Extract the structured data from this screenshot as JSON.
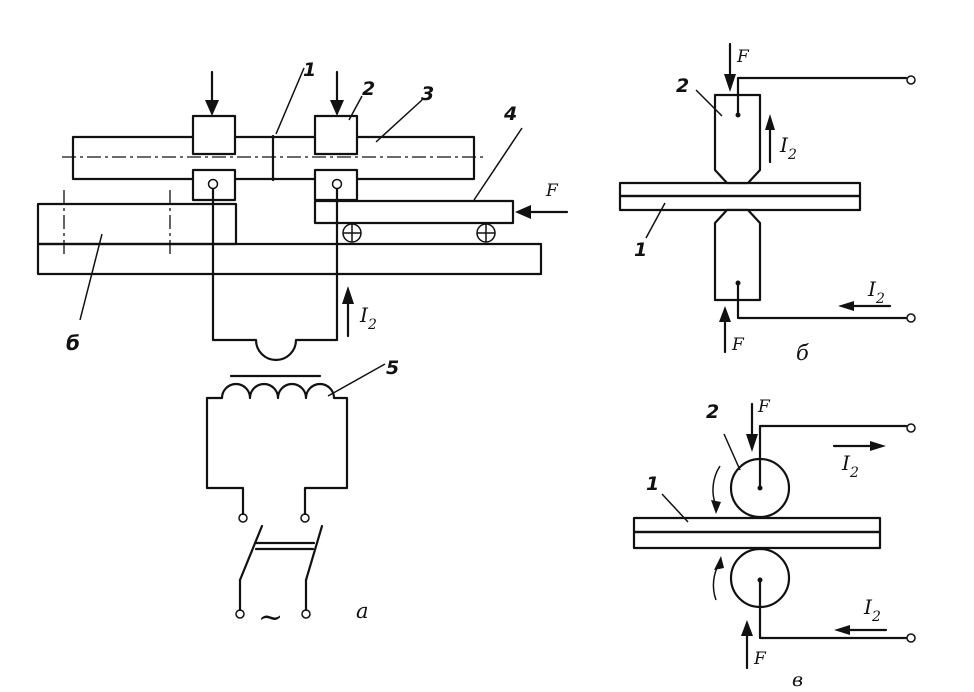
{
  "panels": {
    "a": {
      "caption": "a",
      "labels": {
        "n1": "1",
        "n2": "2",
        "n3": "3",
        "n4": "4",
        "n5": "5",
        "n6": "б"
      },
      "force": "F",
      "current": "I",
      "current_sub": "2",
      "source": "~"
    },
    "b": {
      "caption": "б",
      "labels": {
        "n1": "1",
        "n2": "2"
      },
      "force_top": "F",
      "force_bottom": "F",
      "current_right": "I",
      "current_right_sub": "2",
      "current_bottom": "I",
      "current_bottom_sub": "2"
    },
    "v": {
      "caption": "в",
      "labels": {
        "n1": "1",
        "n2": "2"
      },
      "force_top": "F",
      "force_bottom": "F",
      "current_top": "I",
      "current_top_sub": "2",
      "current_bottom": "I",
      "current_bottom_sub": "2"
    }
  }
}
